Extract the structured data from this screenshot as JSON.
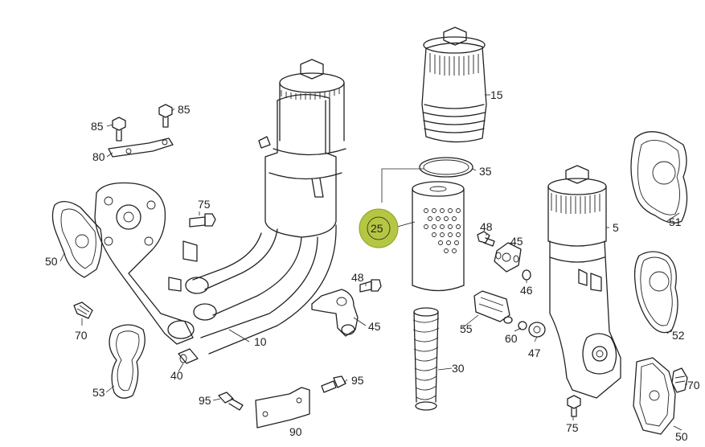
{
  "labels": {
    "l85a": "85",
    "l85b": "85",
    "l80": "80",
    "l75a": "75",
    "l50a": "50",
    "l70a": "70",
    "l53": "53",
    "l40": "40",
    "l10": "10",
    "l95a": "95",
    "l95b": "95",
    "l90": "90",
    "l48a": "48",
    "l45a": "45",
    "l15": "15",
    "l35": "35",
    "l25": "25",
    "l30": "30",
    "l55": "55",
    "l48b": "48",
    "l45b": "45",
    "l46": "46",
    "l60": "60",
    "l47": "47",
    "l5": "5",
    "l51": "51",
    "l52": "52",
    "l70b": "70",
    "l75b": "75",
    "l50b": "50"
  },
  "colors": {
    "line": "#222222",
    "highlight": "#b5c642"
  }
}
